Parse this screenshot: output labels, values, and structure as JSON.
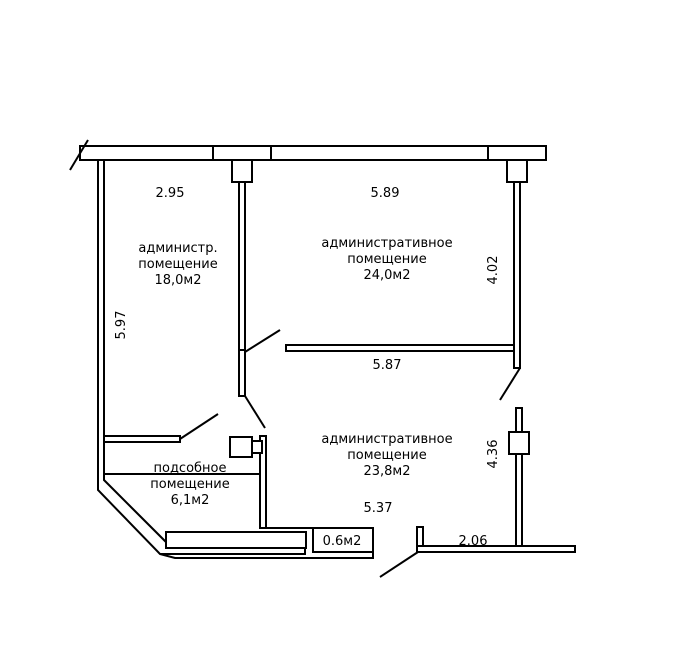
{
  "plan": {
    "rooms": [
      {
        "id": "room1",
        "name_line1": "администр.",
        "name_line2": "помещение",
        "area": "18,0м2"
      },
      {
        "id": "room2",
        "name_line1": "административное",
        "name_line2": "помещение",
        "area": "24,0м2"
      },
      {
        "id": "room3",
        "name_line1": "административное",
        "name_line2": "помещение",
        "area": "23,8м2"
      },
      {
        "id": "room4",
        "name_line1": "подсобное",
        "name_line2": "помещение",
        "area": "6,1м2"
      }
    ],
    "small_room_area": "0.6м2",
    "dimensions": {
      "room1_width": "2.95",
      "room1_height": "5.97",
      "room2_width": "5.89",
      "room2_height": "4.02",
      "room2_bottom": "5.87",
      "room3_height": "4.36",
      "room3_width": "5.37",
      "room3_bottom": "2.06"
    }
  }
}
